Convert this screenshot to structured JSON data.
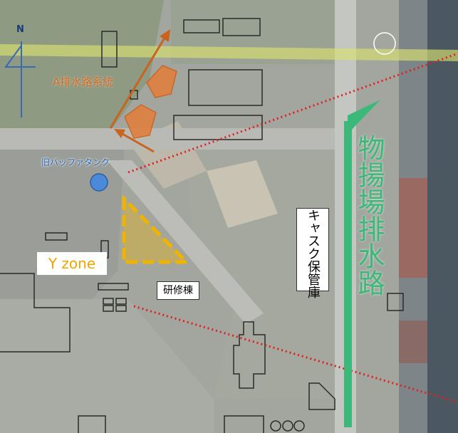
{
  "map": {
    "north_label": "N",
    "labels": {
      "drain_a": "A排水路系統",
      "buffer_tank": "旧バッファタンク",
      "y_zone": "Y zone",
      "training_building": "研修棟",
      "cask_storage": "キャスク保管庫",
      "unloading_drain": "物揚場排水路"
    },
    "colors": {
      "drain_arrow": "#c8641e",
      "drain_pentagon": "#e08040",
      "y_zone": "#f0b400",
      "buffer_tank": "#4a8ad8",
      "unloading_arrow": "#3cb878",
      "boundary_line": "#e02020",
      "compass": "#3a6ab0",
      "rail_line": "#d8e070"
    },
    "icons": [
      "north-arrow-icon",
      "buffer-tank-marker",
      "unloading-direction-arrow-icon",
      "drain-a-direction-arrow-icon"
    ]
  }
}
